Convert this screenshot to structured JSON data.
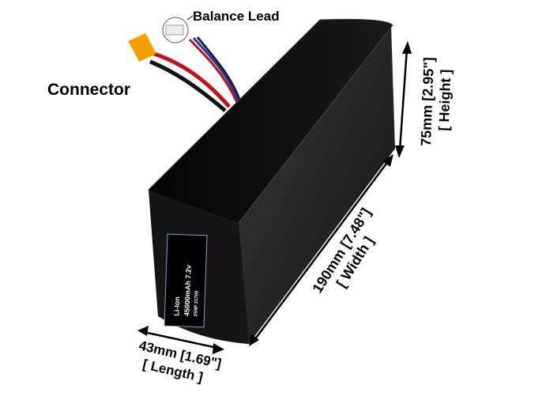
{
  "callouts": {
    "balance_lead": "Balance Lead",
    "connector": "Connector"
  },
  "dimensions": {
    "height": {
      "value": "75mm [2.95\"]",
      "label": "[ Height ]"
    },
    "width": {
      "value": "190mm [7.48\"]",
      "label": "[ Width ]"
    },
    "length": {
      "value": "43mm [1.69\"]",
      "label": "[ Length ]"
    }
  },
  "battery_label": {
    "chemistry": "Li-Ion",
    "capacity": "45000mAh 7.2v",
    "config": "2S9P 21700"
  },
  "colors": {
    "battery": "#111111",
    "connector": "#f5a000",
    "wire_red": "#c0141c",
    "wire_black": "#111111"
  }
}
